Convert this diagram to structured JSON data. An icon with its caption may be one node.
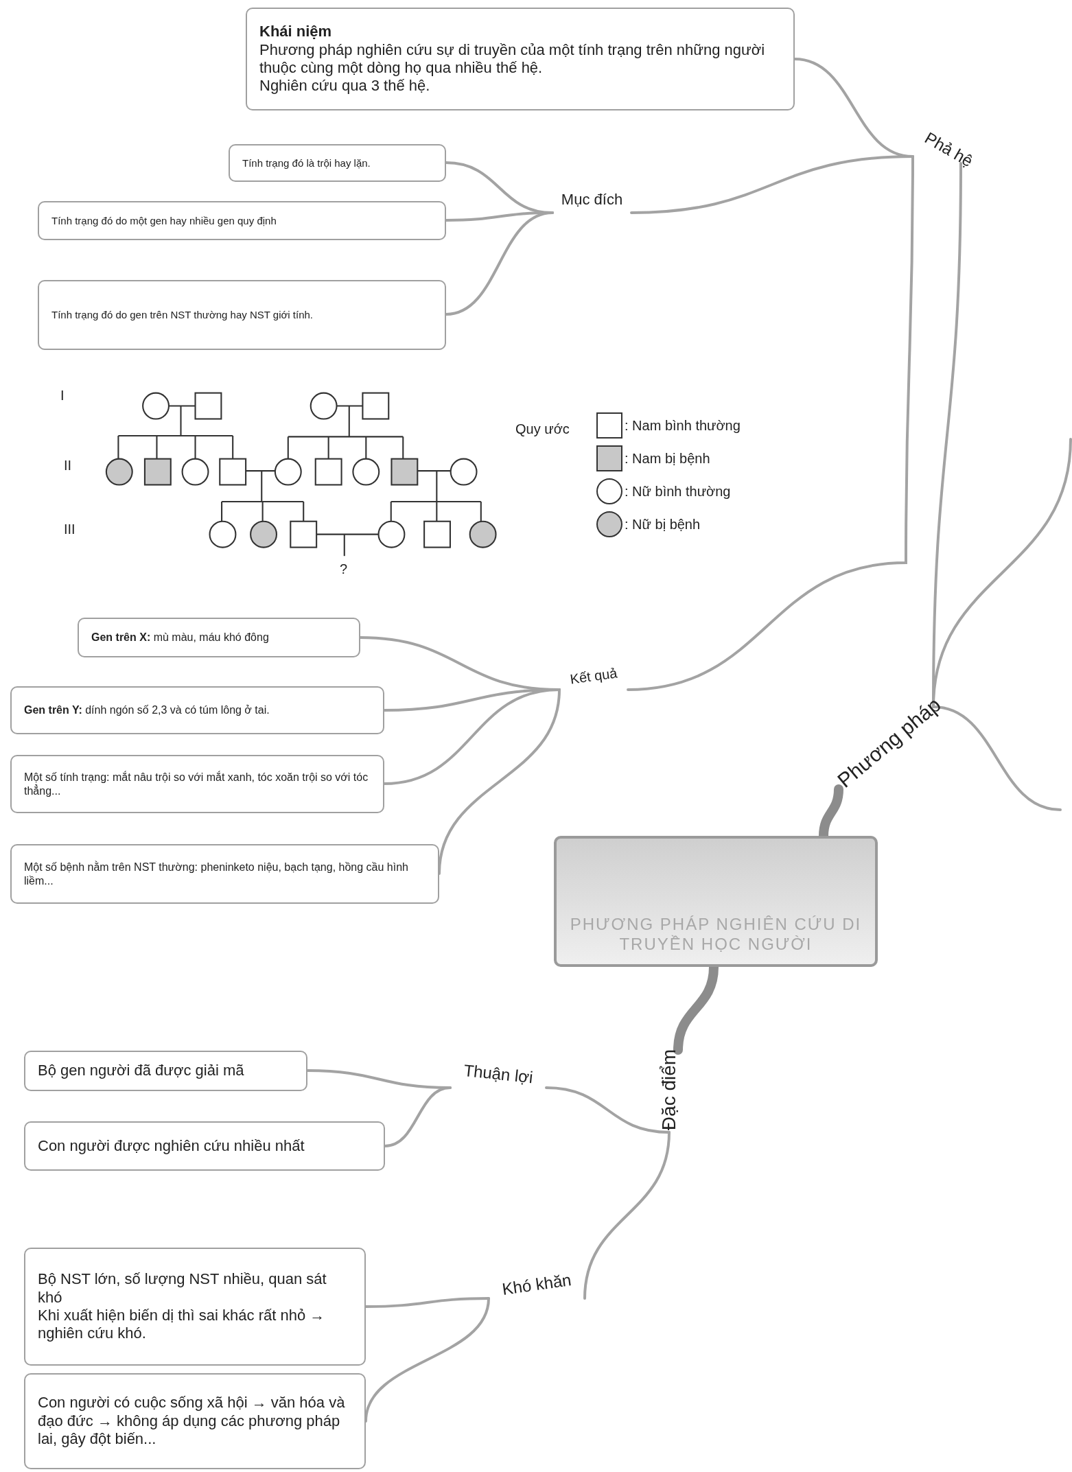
{
  "diagram": {
    "nodes": [
      {
        "text": [
          "Khái niệm",
          "Phương pháp nghiên cứu sự di truyền của một tính trạng trên những người thuộc cùng một dòng họ qua nhiều thế hệ.",
          "Nghiên cứu qua 3 thế hệ."
        ]
      },
      {
        "text": [
          "Tính trạng đó là trội hay lặn."
        ]
      },
      {
        "text": [
          "Phả hệ"
        ]
      },
      {
        "text": [
          "Mục đích"
        ]
      },
      {
        "text": [
          "Tính trạng đó do một gen hay nhiều gen quy định"
        ]
      },
      {
        "text": [
          "Tính trạng đó do gen trên NST thường hay NST giới tính."
        ]
      },
      {
        "text": [
          "**Gen trên X:** mù màu, máu khó đông"
        ]
      },
      {
        "text": [
          "Kết quả"
        ]
      },
      {
        "text": [
          "**Gen trên Y:** dính ngón số 2,3 và có túm lông ở tai."
        ]
      },
      {
        "text": [
          "Một số tính trạng: mắt nâu trội so với mắt xanh, tóc xoăn trội so với tóc thẳng..."
        ]
      },
      {
        "text": [
          "Phương pháp"
        ]
      },
      {
        "text": [
          "Một số bệnh nằm trên NST thường: pheninketo niệu, bạch tạng, hồng cầu hình liềm..."
        ]
      },
      {
        "text": [
          "PHƯƠNG PHÁP NGHIÊN CỨU DI TRUYỀN HỌC NGƯỜI"
        ]
      },
      {
        "text": [
          "Bộ gen người đã được giải mã"
        ]
      },
      {
        "text": [
          "Thuận lợi"
        ]
      },
      {
        "text": [
          "Đặc điểm"
        ]
      },
      {
        "text": [
          "Con người được nghiên cứu nhiều nhất"
        ]
      },
      {
        "text": [
          "Khó khăn"
        ]
      },
      {
        "text": [
          "Bộ NST lớn, số lượng NST nhiều, quan sát khó",
          "Khi xuất hiện biến dị thì sai khác rất nhỏ → nghiên cứu khó."
        ]
      },
      {
        "text": [
          "Con người có cuộc sống xã hội → văn hóa và đạo đức → không áp dụng các phương pháp lai, gây đột biến..."
        ]
      }
    ],
    "edges": [
      {
        "from": 12,
        "to": 10,
        "arrow": "none",
        "style": "thick"
      },
      {
        "from": 10,
        "to": 2,
        "arrow": "none"
      },
      {
        "from": 2,
        "to": 0,
        "arrow": "none"
      },
      {
        "from": 2,
        "to": 3,
        "arrow": "none"
      },
      {
        "from": 3,
        "to": 1,
        "arrow": "none"
      },
      {
        "from": 3,
        "to": 4,
        "arrow": "none"
      },
      {
        "from": 3,
        "to": 5,
        "arrow": "none"
      },
      {
        "from": 2,
        "to": 7,
        "arrow": "none"
      },
      {
        "from": 7,
        "to": 6,
        "arrow": "none"
      },
      {
        "from": 7,
        "to": 8,
        "arrow": "none"
      },
      {
        "from": 7,
        "to": 9,
        "arrow": "none"
      },
      {
        "from": 7,
        "to": 11,
        "arrow": "none"
      },
      {
        "from": 10,
        "to": null,
        "arrow": "none"
      },
      {
        "from": 10,
        "to": null,
        "arrow": "none"
      },
      {
        "from": 12,
        "to": 15,
        "arrow": "none",
        "style": "thick"
      },
      {
        "from": 15,
        "to": 14,
        "arrow": "none"
      },
      {
        "from": 14,
        "to": 13,
        "arrow": "none"
      },
      {
        "from": 14,
        "to": 16,
        "arrow": "none"
      },
      {
        "from": 15,
        "to": 17,
        "arrow": "none"
      },
      {
        "from": 17,
        "to": 18,
        "arrow": "none"
      },
      {
        "from": 17,
        "to": 19,
        "arrow": "none"
      }
    ],
    "labels": [
      "I",
      "II",
      "III",
      "?",
      "Quy ước"
    ],
    "legend": [
      {
        "text": ": Nam bình thường"
      },
      {
        "text": ": Nam bị bệnh"
      },
      {
        "text": ": Nữ bình thường"
      },
      {
        "text": ": Nữ bị bệnh"
      }
    ]
  }
}
